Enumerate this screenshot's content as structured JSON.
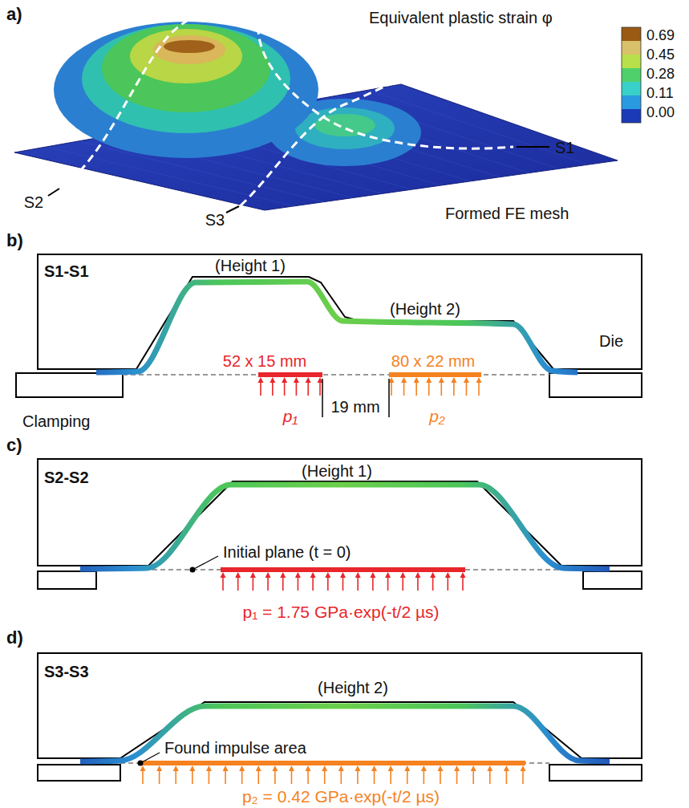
{
  "diagram": {
    "labels": [
      "a)",
      "Equivalent plastic strain φ",
      "0.69",
      "0.45",
      "0.28",
      "0.11",
      "0.00",
      "S1",
      "S2",
      "S3",
      "Formed FE mesh",
      "b)",
      "S1-S1",
      "(Height 1)",
      "(Height 2)",
      "Die",
      "52 x 15 mm",
      "80 x 22 mm",
      "p₁",
      "19 mm",
      "p₂",
      "Clamping",
      "c)",
      "S2-S2",
      "(Height 1)",
      "Initial plane (t = 0)",
      "p₁ = 1.75 GPa·exp(-t/2 µs)",
      "d)",
      "S3-S3",
      "(Height 2)",
      "Found impulse area",
      "p₂ = 0.42 GPa·exp(-t/2 µs)"
    ]
  }
}
